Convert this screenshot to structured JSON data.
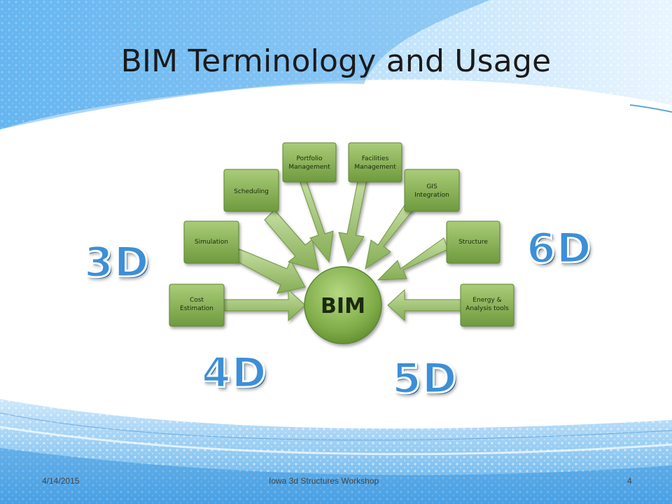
{
  "slide": {
    "title": "BIM Terminology and Usage"
  },
  "diagram": {
    "center": "BIM",
    "boxes": [
      {
        "line1": "Cost",
        "line2": "Estimation"
      },
      {
        "line1": "Simulation",
        "line2": ""
      },
      {
        "line1": "Scheduling",
        "line2": ""
      },
      {
        "line1": "Portfolio",
        "line2": "Management"
      },
      {
        "line1": "Facilities",
        "line2": "Management"
      },
      {
        "line1": "GIS",
        "line2": "Integration"
      },
      {
        "line1": "Structure",
        "line2": ""
      },
      {
        "line1": "Energy &",
        "line2": "Analysis tools"
      }
    ],
    "dimensions": [
      "3D",
      "4D",
      "5D",
      "6D"
    ]
  },
  "footer": {
    "date": "4/14/2015",
    "center": "Iowa 3d Structures Workshop",
    "page": "4"
  },
  "colors": {
    "accent_blue": "#3c8fd8",
    "box_green": "#7ea84a",
    "sky_blue": "#5ab0f0"
  }
}
